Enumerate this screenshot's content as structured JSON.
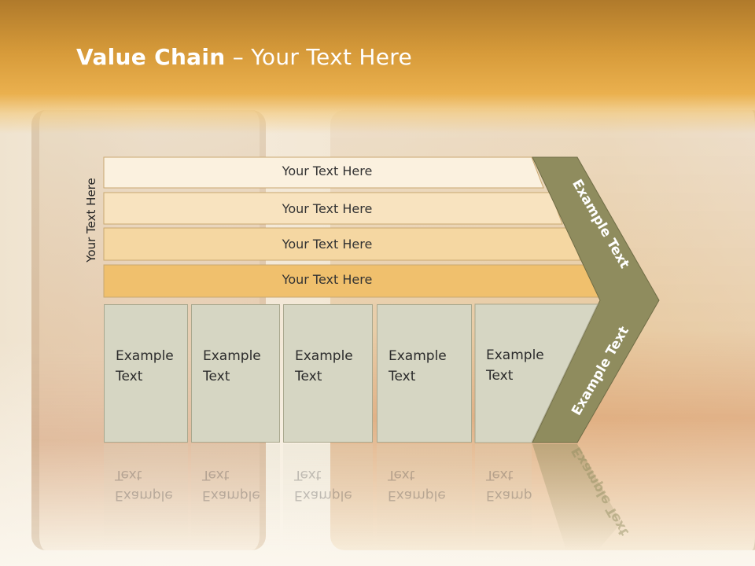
{
  "slide": {
    "title_bold": "Value Chain",
    "title_rest": " – Your Text Here",
    "vertical_label": "Your Text Here",
    "bands": [
      "Your Text Here",
      "Your Text Here",
      "Your Text Here",
      "Your Text Here"
    ],
    "boxes": [
      {
        "line1": "Example",
        "line2": "Text"
      },
      {
        "line1": "Example",
        "line2": "Text"
      },
      {
        "line1": "Example",
        "line2": "Text"
      },
      {
        "line1": "Example",
        "line2": "Text"
      },
      {
        "line1": "Example",
        "line2": "Text"
      }
    ],
    "arrow_top_text": "Example Text",
    "arrow_bottom_text": "Example Text"
  },
  "colors": {
    "band_1": "#fbf1df",
    "band_2": "#f8e3bf",
    "band_3": "#f5d7a2",
    "band_4": "#f0c06d",
    "box_fill": "#d6d6c3",
    "arrow_fill": "#8f8c5e",
    "header": "#d79b3a"
  }
}
